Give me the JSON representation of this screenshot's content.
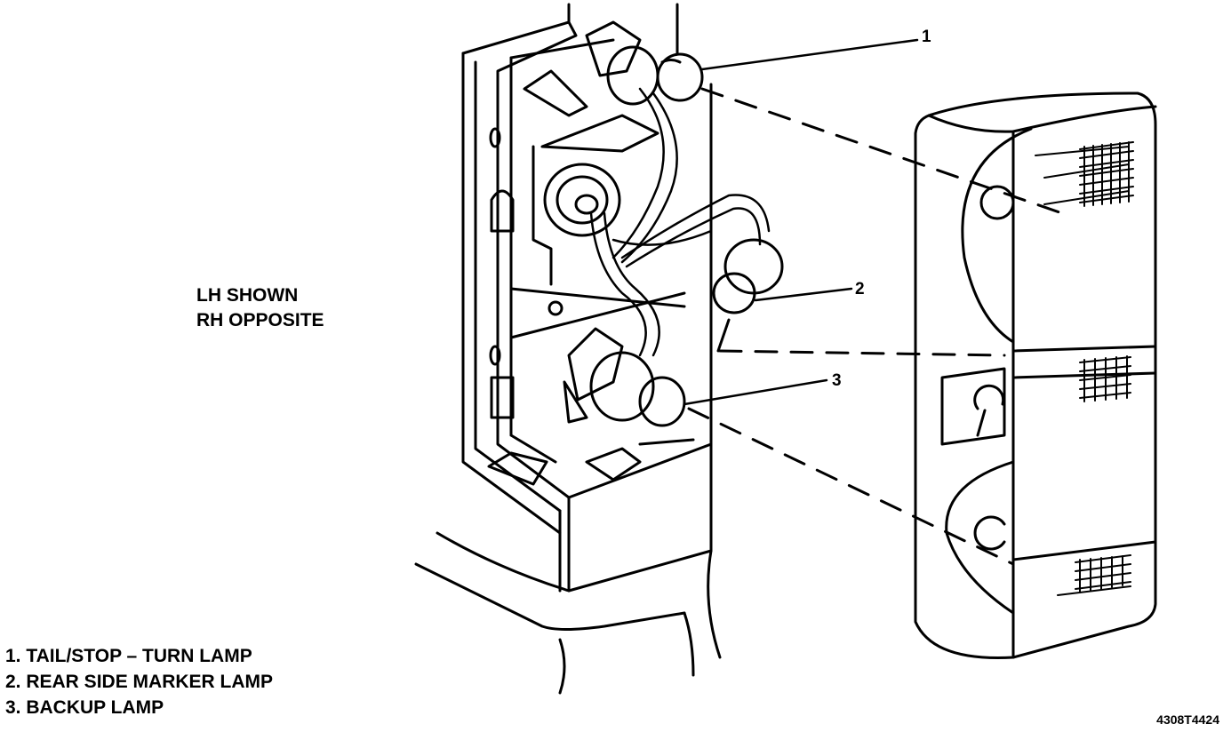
{
  "note": {
    "line1": "LH SHOWN",
    "line2": "RH OPPOSITE"
  },
  "callouts": [
    "1",
    "2",
    "3"
  ],
  "legend": [
    "1. TAIL/STOP – TURN LAMP",
    "2. REAR SIDE MARKER LAMP",
    "3. BACKUP LAMP"
  ],
  "figure_id": "4308T4424",
  "colors": {
    "ink": "#000000",
    "paper": "#ffffff"
  }
}
